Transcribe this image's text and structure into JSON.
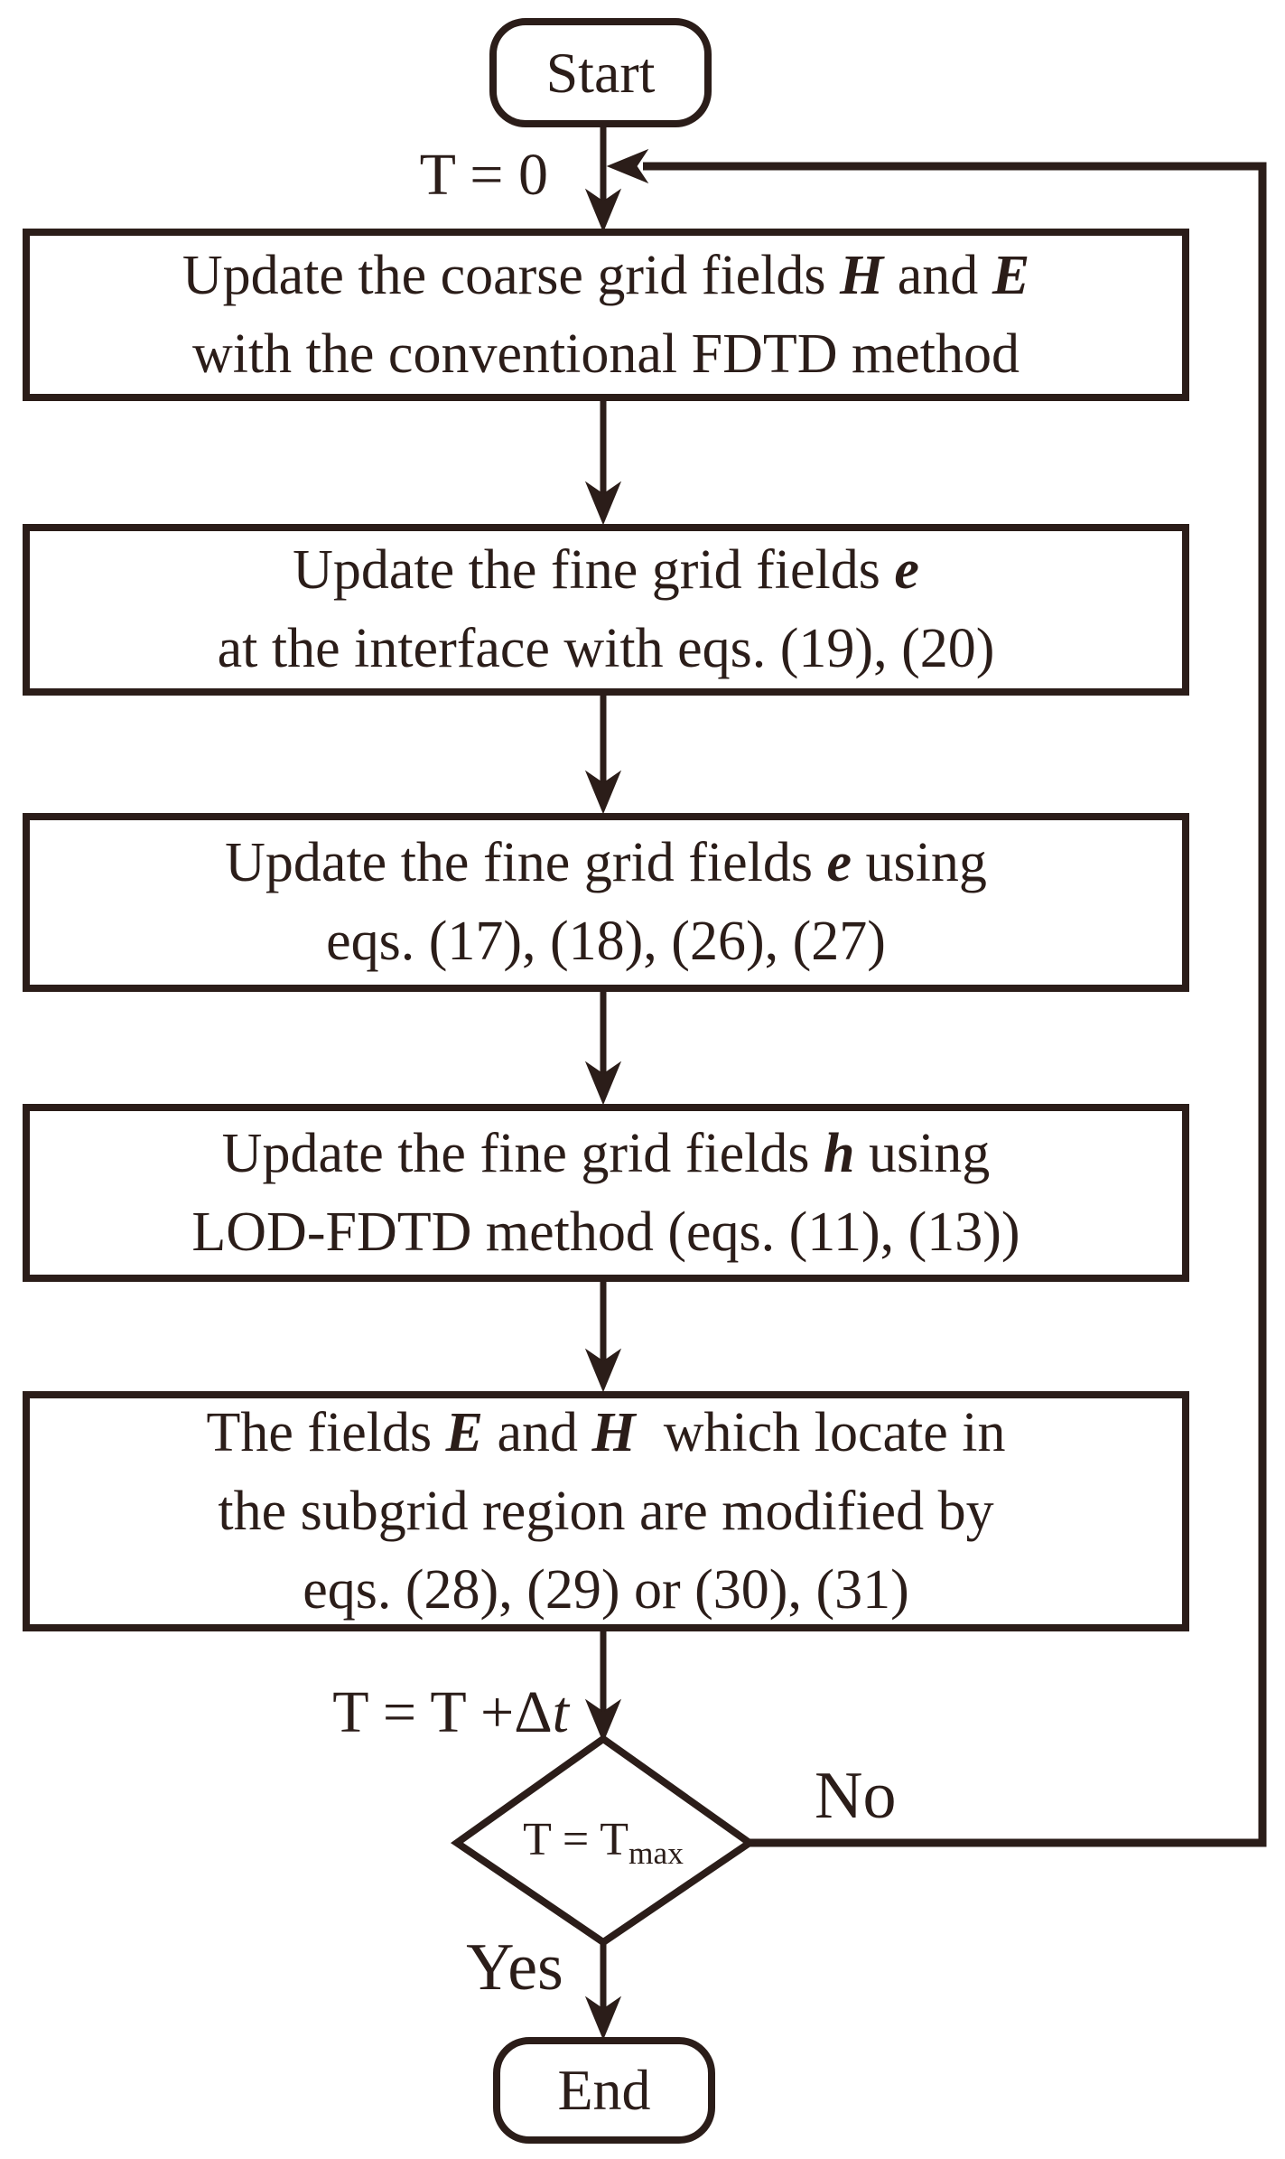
{
  "palette": {
    "ink": "#2b1d19",
    "background": "#ffffff"
  },
  "flowchart": {
    "start_label": "Start",
    "end_label": "End",
    "labels": {
      "init": [
        {
          "t": "T = 0"
        }
      ],
      "increment": [
        {
          "t": "T = T +Δ"
        },
        {
          "t": "t",
          "i": true
        }
      ],
      "no": "No",
      "yes": "Yes"
    },
    "steps": [
      {
        "name": "update-coarse-grid",
        "lines": [
          [
            {
              "t": "Update the coarse grid fields "
            },
            {
              "t": "H",
              "b": true
            },
            {
              "t": " and "
            },
            {
              "t": "E",
              "b": true
            }
          ],
          [
            {
              "t": "with the conventional FDTD method"
            }
          ]
        ]
      },
      {
        "name": "update-fine-e-interface",
        "lines": [
          [
            {
              "t": "Update the fine grid fields "
            },
            {
              "t": "e",
              "b": true
            }
          ],
          [
            {
              "t": "at the interface with eqs. (19), (20)"
            }
          ]
        ]
      },
      {
        "name": "update-fine-e",
        "lines": [
          [
            {
              "t": "Update the fine grid fields "
            },
            {
              "t": "e",
              "b": true
            },
            {
              "t": " using"
            }
          ],
          [
            {
              "t": "eqs. (17), (18), (26), (27)"
            }
          ]
        ]
      },
      {
        "name": "update-fine-h",
        "lines": [
          [
            {
              "t": "Update the fine grid fields "
            },
            {
              "t": "h",
              "b": true
            },
            {
              "t": " using"
            }
          ],
          [
            {
              "t": "LOD-FDTD method (eqs. (11), (13))"
            }
          ]
        ]
      },
      {
        "name": "modify-subgrid-fields",
        "lines": [
          [
            {
              "t": "The fields "
            },
            {
              "t": "E",
              "b": true
            },
            {
              "t": " and "
            },
            {
              "t": "H",
              "b": true
            },
            {
              "t": "  which locate in"
            }
          ],
          [
            {
              "t": "the subgrid region are modified by"
            }
          ],
          [
            {
              "t": "eqs. (28), (29) or (30), (31)"
            }
          ]
        ]
      }
    ],
    "decision": {
      "condition": [
        {
          "t": "T = T"
        },
        {
          "t": "max",
          "sub": true
        }
      ]
    }
  }
}
